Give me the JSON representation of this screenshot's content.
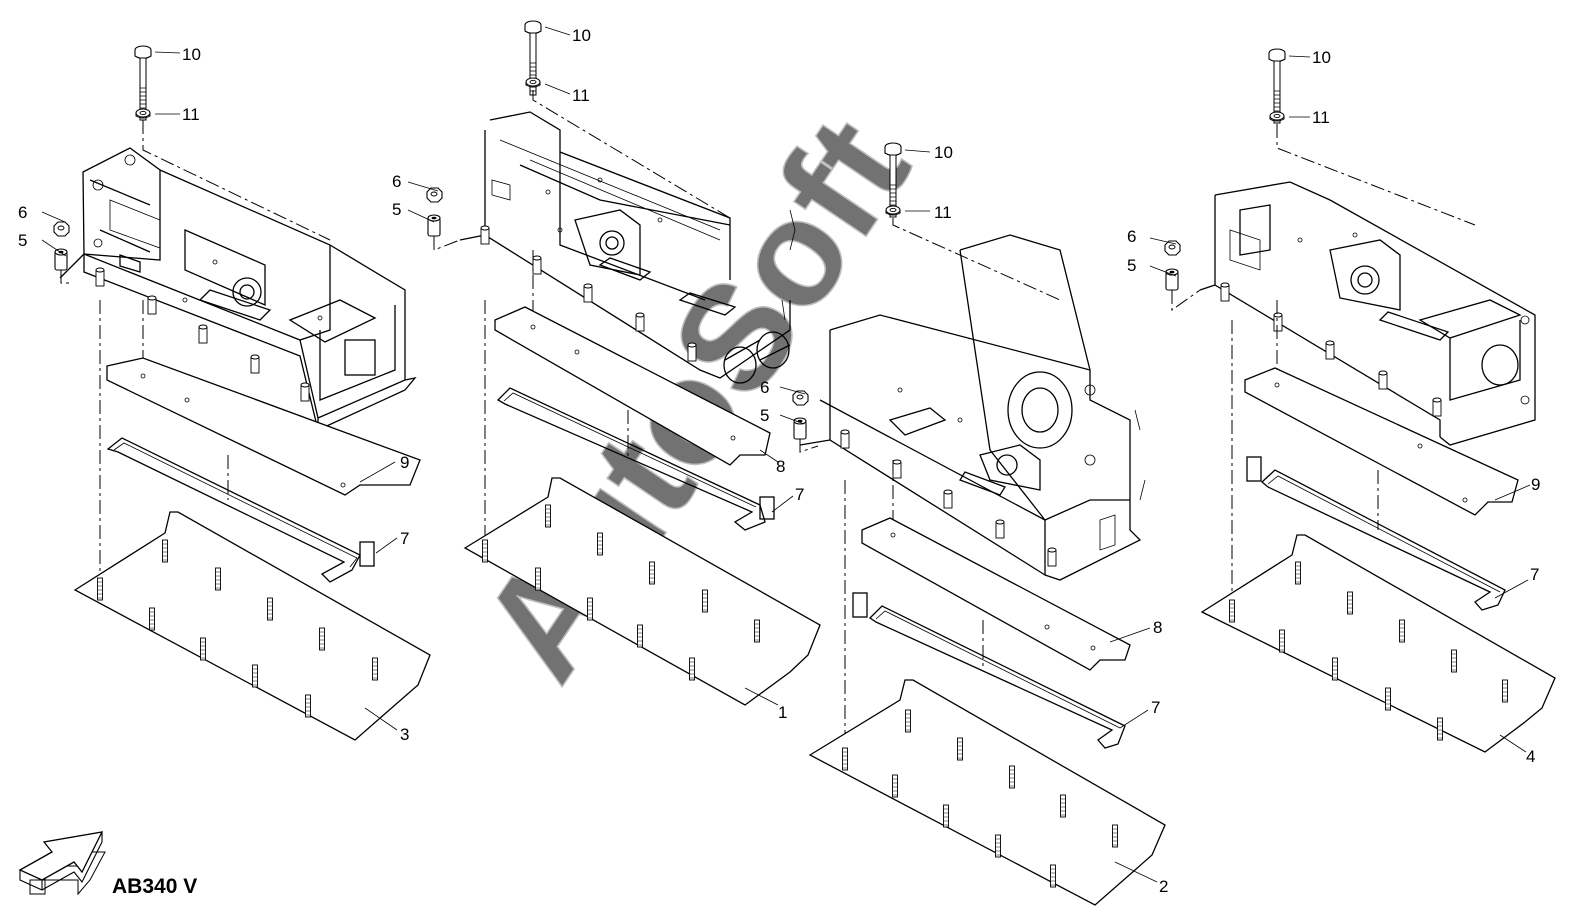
{
  "diagram": {
    "model_label": "AB340 V",
    "watermark": "AutoSoft",
    "callouts": [
      {
        "id": "c-a-10",
        "text": "10"
      },
      {
        "id": "c-a-11",
        "text": "11"
      },
      {
        "id": "c-a-6",
        "text": "6"
      },
      {
        "id": "c-a-5",
        "text": "5"
      },
      {
        "id": "c-a-9",
        "text": "9"
      },
      {
        "id": "c-a-7",
        "text": "7"
      },
      {
        "id": "c-a-3",
        "text": "3"
      },
      {
        "id": "c-b-10",
        "text": "10"
      },
      {
        "id": "c-b-11",
        "text": "11"
      },
      {
        "id": "c-b-6",
        "text": "6"
      },
      {
        "id": "c-b-5",
        "text": "5"
      },
      {
        "id": "c-b-8",
        "text": "8"
      },
      {
        "id": "c-b-7",
        "text": "7"
      },
      {
        "id": "c-b-1",
        "text": "1"
      },
      {
        "id": "c-c-10",
        "text": "10"
      },
      {
        "id": "c-c-11",
        "text": "11"
      },
      {
        "id": "c-c-6",
        "text": "6"
      },
      {
        "id": "c-c-5",
        "text": "5"
      },
      {
        "id": "c-c-8",
        "text": "8"
      },
      {
        "id": "c-c-7",
        "text": "7"
      },
      {
        "id": "c-c-2",
        "text": "2"
      },
      {
        "id": "c-d-10",
        "text": "10"
      },
      {
        "id": "c-d-11",
        "text": "11"
      },
      {
        "id": "c-d-6",
        "text": "6"
      },
      {
        "id": "c-d-5",
        "text": "5"
      },
      {
        "id": "c-d-9",
        "text": "9"
      },
      {
        "id": "c-d-7",
        "text": "7"
      },
      {
        "id": "c-d-4",
        "text": "4"
      }
    ]
  }
}
